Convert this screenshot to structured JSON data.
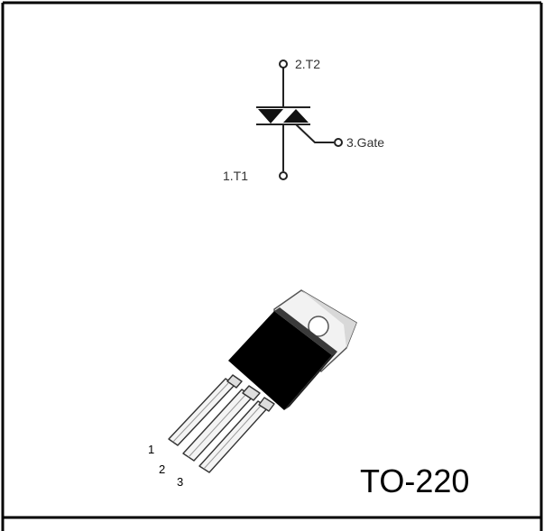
{
  "colors": {
    "border": "#000000",
    "symbol": "#222222",
    "body": "#000000",
    "tab": "#f2f2f2",
    "lead": "#f4f4f4"
  },
  "symbol": {
    "terminal_t2": "2.T2",
    "terminal_gate": "3.Gate",
    "terminal_t1": "1.T1"
  },
  "package": {
    "pin_1": "1",
    "pin_2": "2",
    "pin_3": "3",
    "name": "TO-220"
  }
}
